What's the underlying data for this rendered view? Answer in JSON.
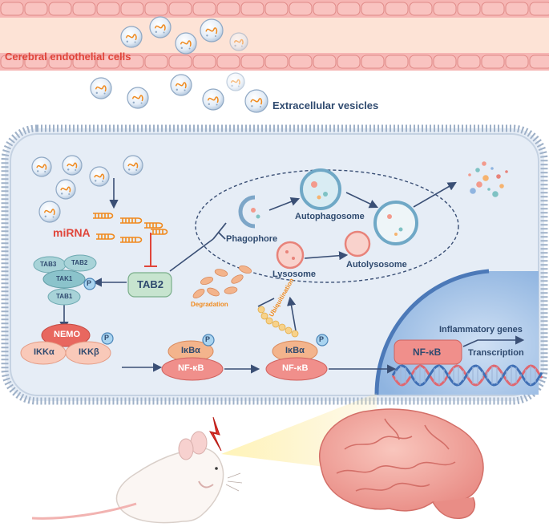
{
  "labels": {
    "cerebral_endothelial_cells": "Cerebral endothelial cells",
    "extracellular_vesicles": "Extracellular vesicles",
    "mirna": "miRNA",
    "tab3": "TAB3",
    "tab2_complex": "TAB2",
    "tab1_a": "TAK1",
    "tab1_b": "TAB1",
    "tab2": "TAB2",
    "phospho": "P",
    "phagophore": "Phagophore",
    "autophagosome": "Autophagosome",
    "lysosome": "Lysosome",
    "autolysosome": "Autolysosome",
    "degradation": "Degradation",
    "ubiquitination": "Ubiquitination",
    "nemo": "NEMO",
    "ikka": "IKKα",
    "ikkb": "IKKβ",
    "ikba": "IκBα",
    "nfkb": "NF-κB",
    "inflammatory_genes": "Inflammatory genes",
    "transcription": "Transcription"
  },
  "colors": {
    "vessel_pink": "#f6b6b4",
    "vessel_band": "#fde3d6",
    "label_red": "#e0453a",
    "label_navy": "#2f4a6f",
    "cell_fill": "#e6edf6",
    "nucleus_blue": "#5b8ccc",
    "tab_teal": "#a8d3d8",
    "nfkb_pink": "#f08f8b",
    "ikba_orange": "#f3b48c",
    "arrow_navy": "#3a4f75",
    "inhibit_red": "#e0453a",
    "brain_pink": "#f1a49d"
  },
  "icons": [
    "vesicle-icon",
    "mirna-hairpin-icon",
    "phagophore-icon",
    "autophagosome-icon",
    "lysosome-icon",
    "autolysosome-icon",
    "lightning-icon",
    "mouse-icon",
    "brain-icon",
    "dna-helix-icon"
  ]
}
